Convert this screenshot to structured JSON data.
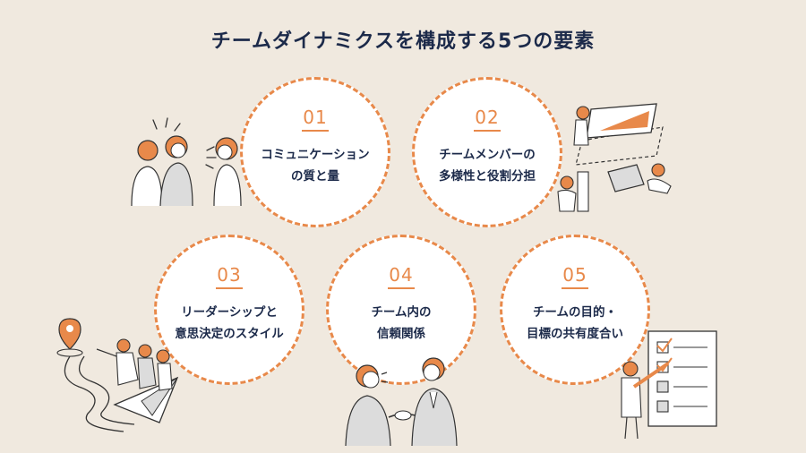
{
  "title": "チームダイナミクスを構成する5つの要素",
  "elements": [
    {
      "num": "01",
      "line1": "コミュニケーション",
      "line2": "の質と量"
    },
    {
      "num": "02",
      "line1": "チームメンバーの",
      "line2": "多様性と役割分担"
    },
    {
      "num": "03",
      "line1": "リーダーシップと",
      "line2": "意思決定のスタイル"
    },
    {
      "num": "04",
      "line1": "チーム内の",
      "line2": "信頼関係"
    },
    {
      "num": "05",
      "line1": "チームの目的・",
      "line2": "目標の共有度合い"
    }
  ],
  "colors": {
    "background": "#f0e9df",
    "accent": "#e8894a",
    "text": "#1c2a4a",
    "circle_fill": "#ffffff"
  }
}
